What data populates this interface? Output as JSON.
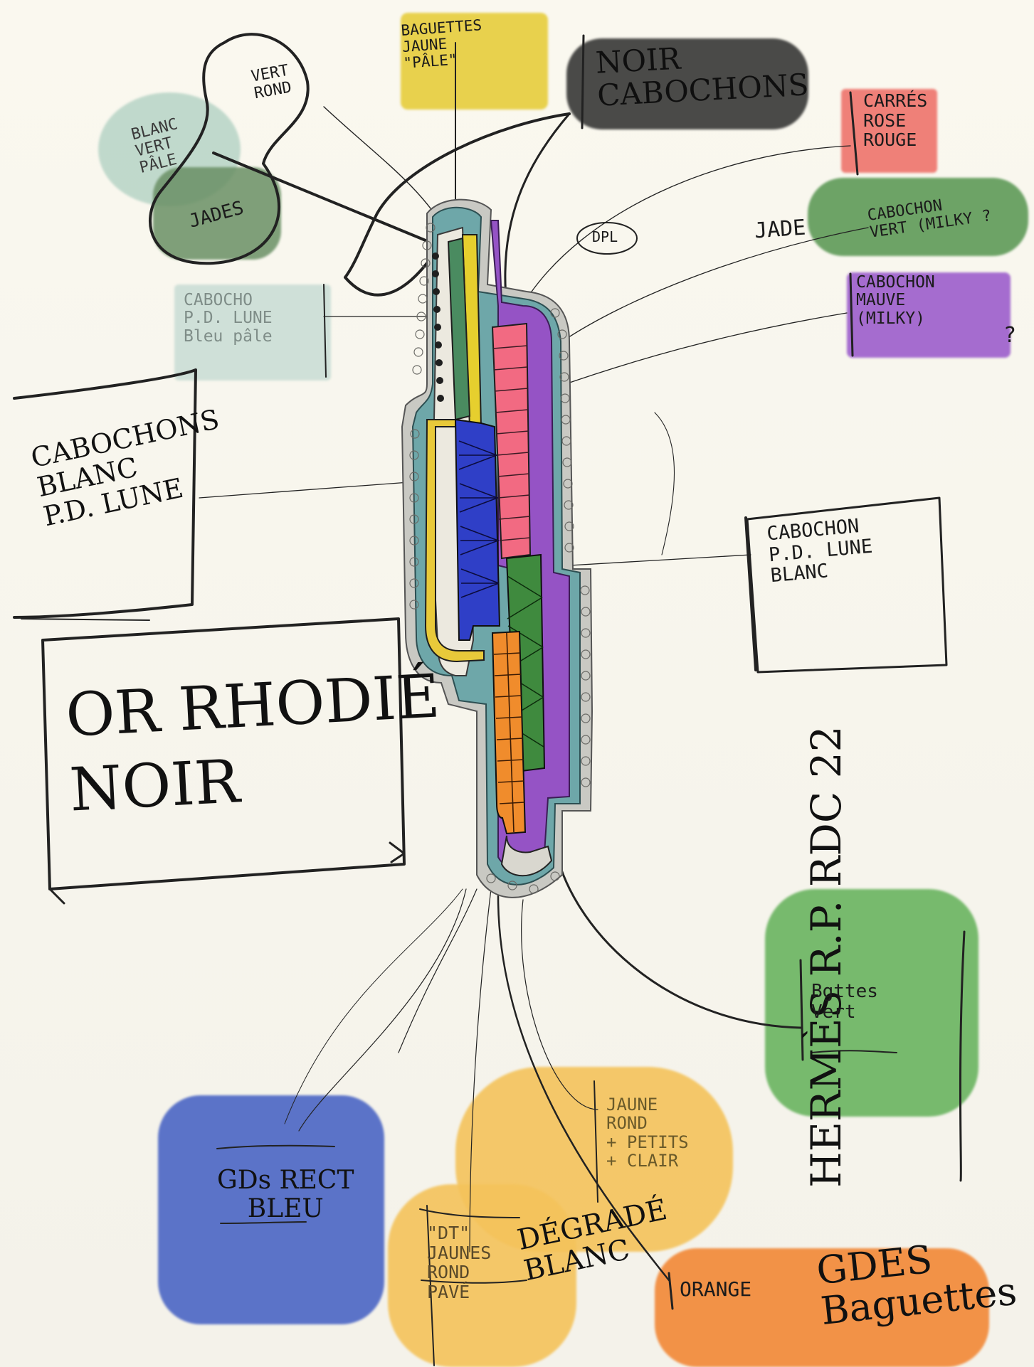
{
  "labels": {
    "baguettes_jaune": "BAGUETTES\nJAUNE\n\"PÂLE\"",
    "noir_cabochons": "NOIR\nCABOCHONS",
    "vert_rond": "VERT\nROND",
    "blanc_vert_pale": "BLANC\nVERT\nPÂLE",
    "jades_left": "JADES",
    "carres_rose": "CARRÉS\nROSE\nROUGE",
    "jade_right": "JADE",
    "cabochon_vert": "CABOCHON\nVERT (MILKY ?",
    "dpl": "DPL",
    "cabochon_mauve": "CABOCHON\nMAUVE\n(MILKY)",
    "cabochon_mauve_q": "?",
    "cabochon_pd_lune_bleu": "CABOCHO\nP.D. LUNE\nBleu pâle",
    "cabochons_blanc": "CABOCHONS\nBLANC\nP.D. LUNE",
    "or_rhodie": "OR RHODIÉ\nNOIR",
    "cabochon_pd_lune_blanc": "CABOCHON\nP.D. LUNE\nBLANC",
    "rp_signature": "HERMÈS R.P. RDC 22",
    "btes_vert": "Bgttes\nVert",
    "gds_rect_bleu": "GDs RECT\nBLEU",
    "jaune_rond": "JAUNE\nROND\n+ PETITS\n+ CLAIR",
    "dt_jaunes": "\"DT\"\nJAUNES\nROND\nPAVÉ",
    "degrade_blanc": "DÉGRADÉ\nBLANC",
    "orange": "ORANGE",
    "gdes_baguettes": "GDES\nBaguettes"
  },
  "colors": {
    "yellow": "#e9d24a",
    "black": "#3c3c3c",
    "pink": "#f2767a",
    "green": "#6fa563",
    "mint": "#9fc4b5",
    "purple": "#9b59c9",
    "blue": "#5a6fc4",
    "orange": "#f48a3a",
    "sand": "#f6c96b",
    "teal": "#6ba6aa"
  }
}
